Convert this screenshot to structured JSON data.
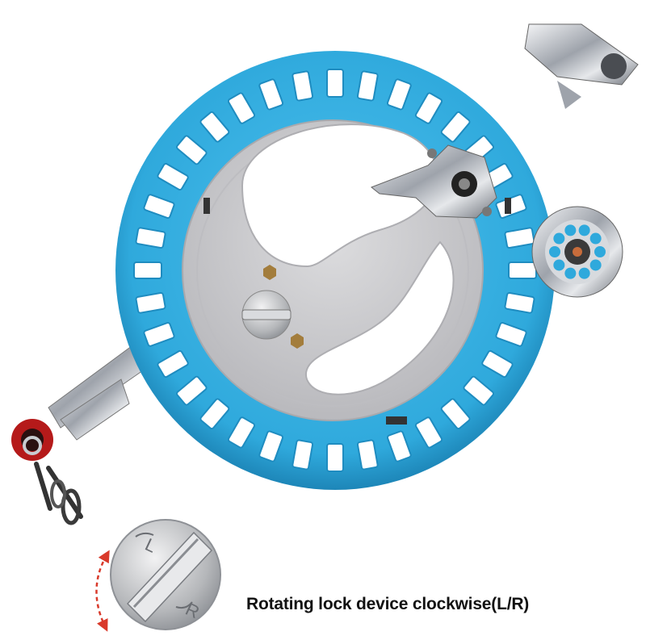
{
  "caption": "Rotating lock device clockwise(L/R)",
  "closeup_letters": {
    "left": "L",
    "right": "R"
  },
  "colors": {
    "reel_blue": "#2fa9dc",
    "reel_blue_dark": "#1f8cc0",
    "hub_gray": "#cfcfd1",
    "chrome": "#c8cbd0",
    "arrow_red": "#d93a2b",
    "ring_red": "#b51a1a"
  },
  "icons": [
    "reel-image",
    "lock-knob-closeup",
    "rotation-arrow-icon"
  ]
}
